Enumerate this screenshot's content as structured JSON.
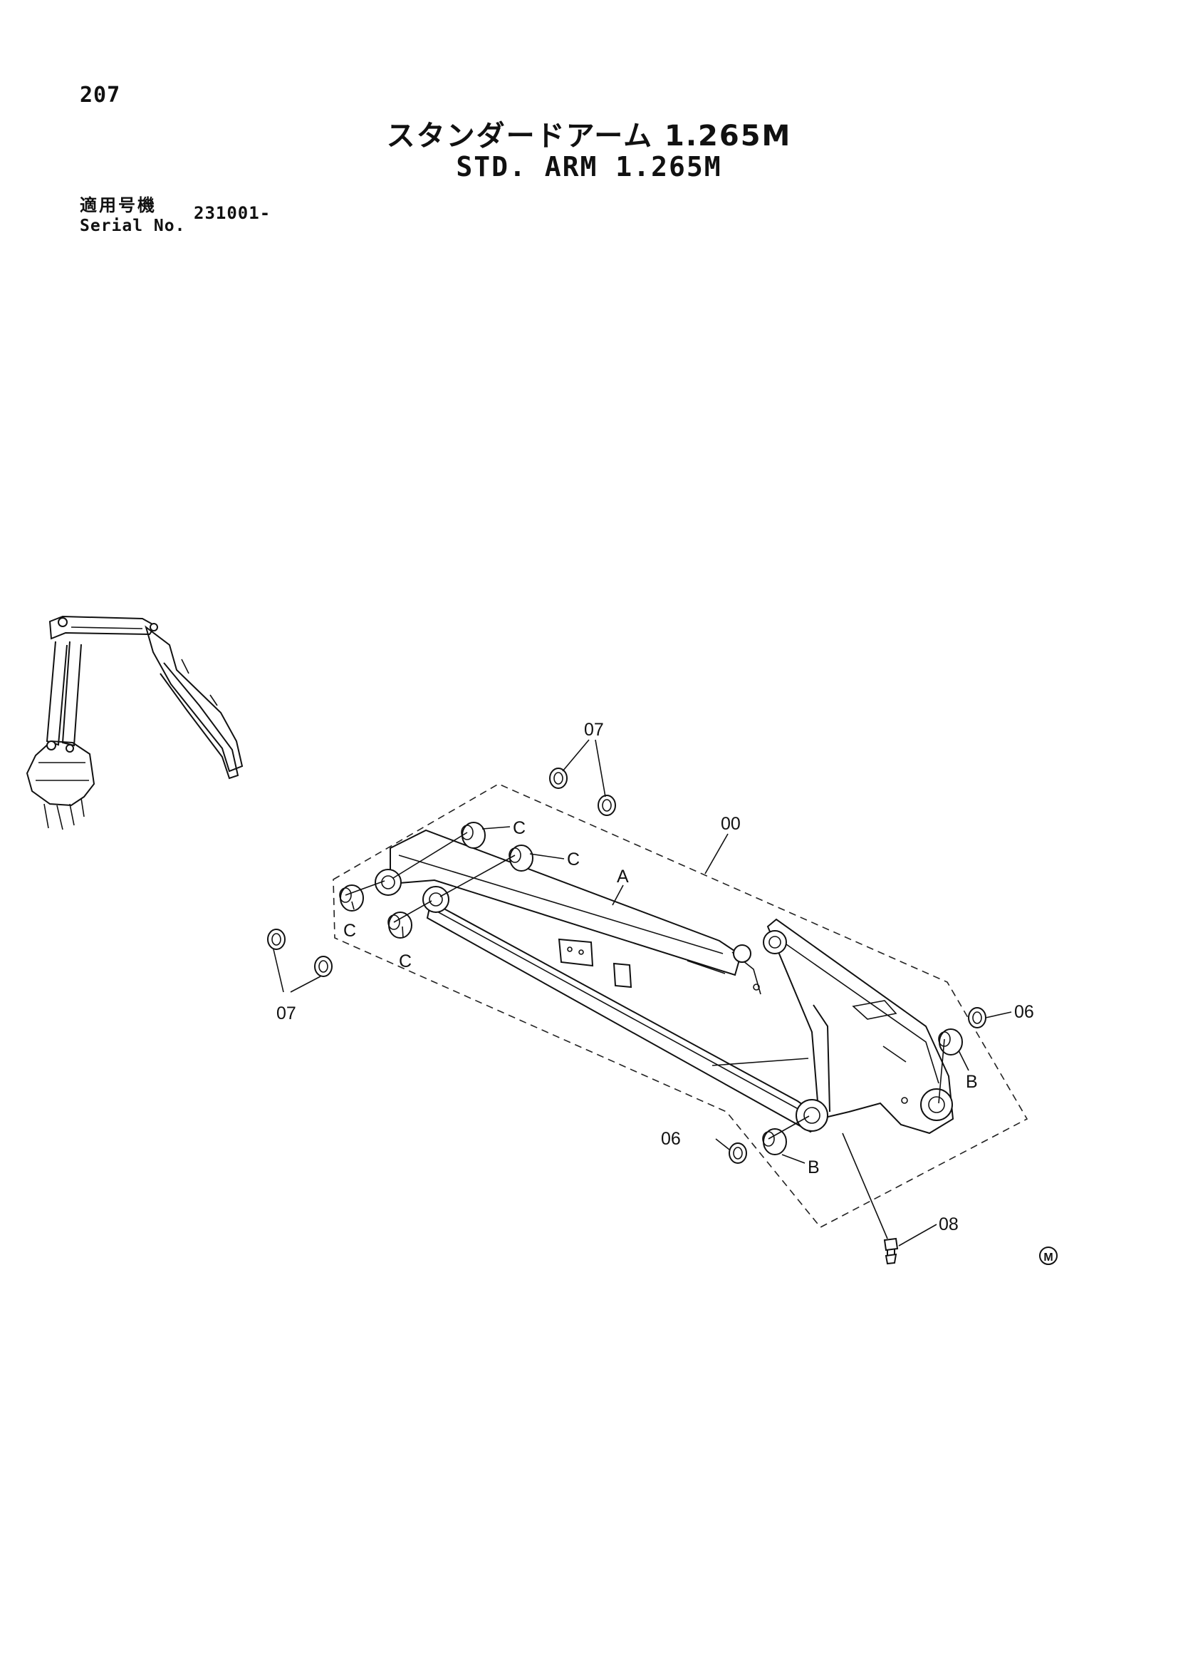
{
  "header": {
    "page_number": "207",
    "title_jp": "スタンダードアーム 1.265M",
    "title_en": "STD. ARM 1.265M",
    "serial_label_jp": "適用号機",
    "serial_label_en": "Serial No.",
    "serial_value": "231001-"
  },
  "callouts": {
    "arm": "00",
    "arm_assembly": "A",
    "bushing_c": "C",
    "bushing_b": "B",
    "seal_07": "07",
    "seal_06": "06",
    "grease_fitting": "08"
  },
  "footer": {
    "mark": "M"
  }
}
